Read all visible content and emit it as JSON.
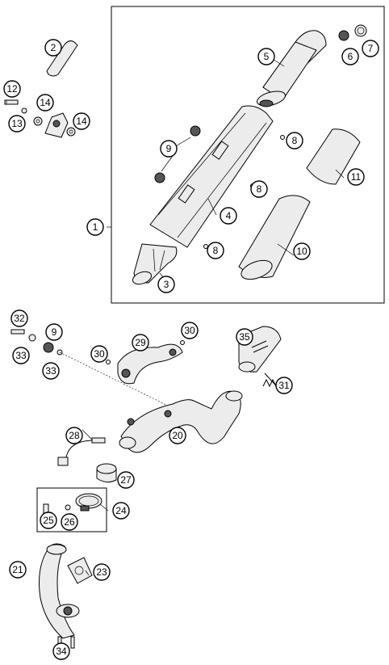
{
  "callouts": {
    "c1": "1",
    "c2": "2",
    "c3": "3",
    "c4": "4",
    "c5": "5",
    "c6": "6",
    "c7": "7",
    "c8a": "8",
    "c8b": "8",
    "c8c": "8",
    "c9a": "9",
    "c9b": "9",
    "c10": "10",
    "c11": "11",
    "c12": "12",
    "c13": "13",
    "c14a": "14",
    "c14b": "14",
    "c20": "20",
    "c21": "21",
    "c23": "23",
    "c24": "24",
    "c25": "25",
    "c26": "26",
    "c27": "27",
    "c28": "28",
    "c29": "29",
    "c30a": "30",
    "c30b": "30",
    "c31": "31",
    "c32": "32",
    "c33a": "33",
    "c33b": "33",
    "c34": "34",
    "c35": "35"
  },
  "colors": {
    "line": "#000000",
    "part_fill": "#ececec",
    "background": "#ffffff"
  }
}
